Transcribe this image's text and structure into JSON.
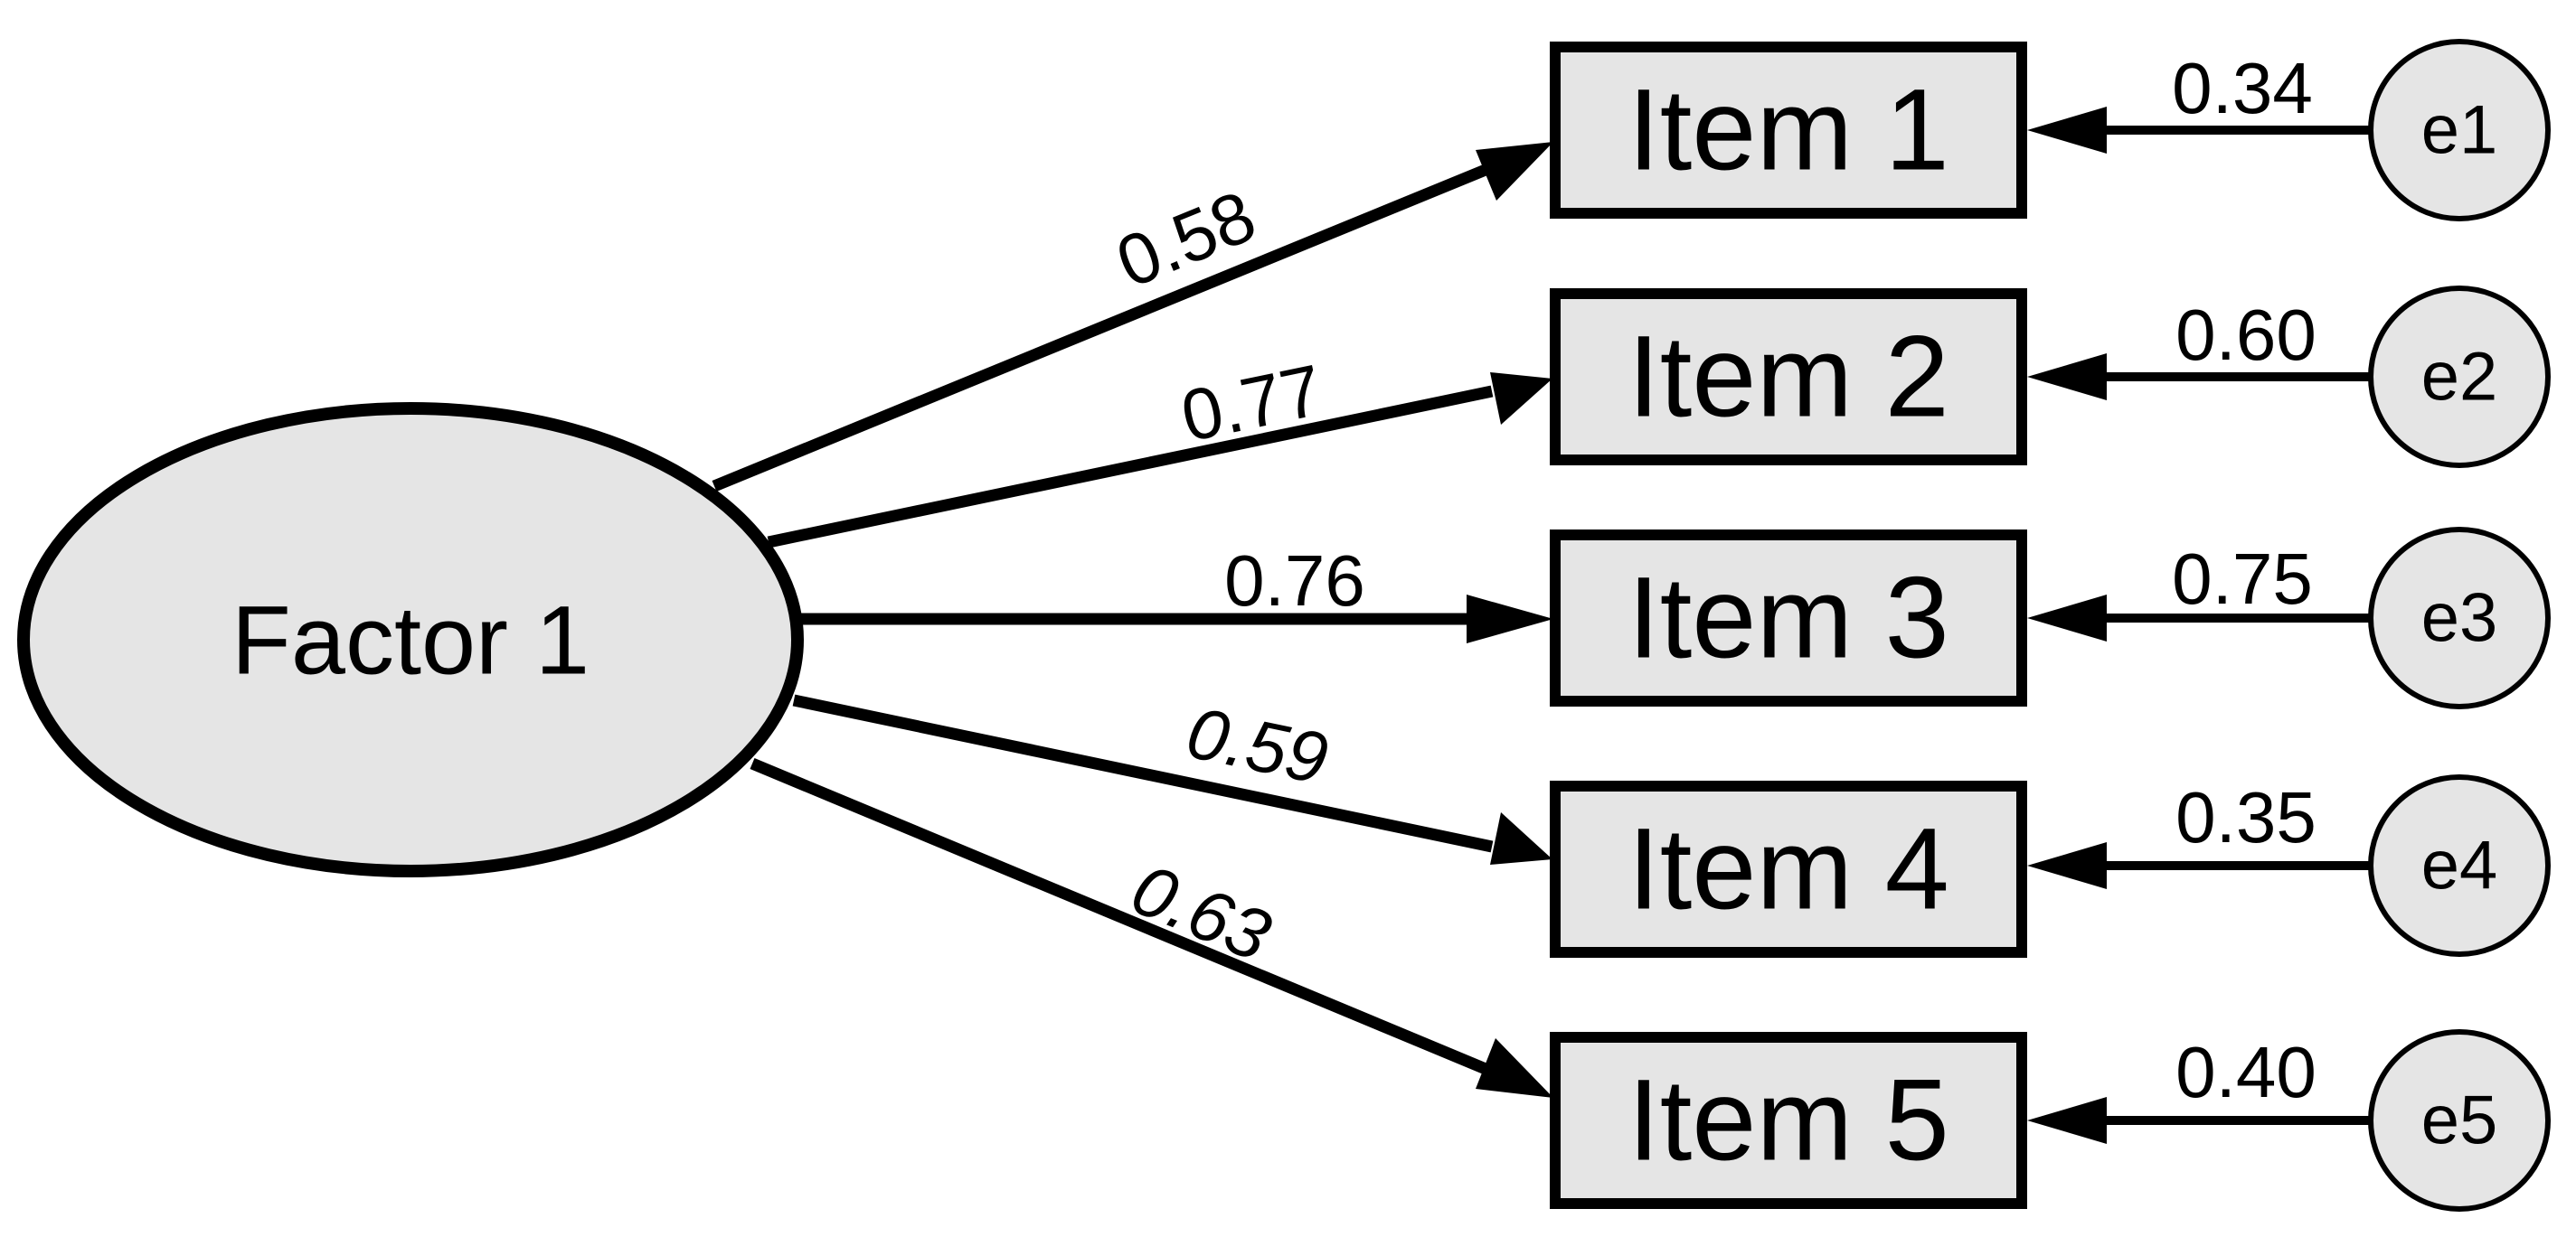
{
  "factor": {
    "label": "Factor 1"
  },
  "items": [
    {
      "label": "Item 1",
      "loading": "0.58",
      "error": "e1",
      "error_value": "0.34"
    },
    {
      "label": "Item 2",
      "loading": "0.77",
      "error": "e2",
      "error_value": "0.60"
    },
    {
      "label": "Item 3",
      "loading": "0.76",
      "error": "e3",
      "error_value": "0.75"
    },
    {
      "label": "Item 4",
      "loading": "0.59",
      "error": "e4",
      "error_value": "0.35"
    },
    {
      "label": "Item 5",
      "loading": "0.63",
      "error": "e5",
      "error_value": "0.40"
    }
  ],
  "colors": {
    "shape_fill": "#e5e5e5",
    "stroke": "#000000",
    "background": "#ffffff"
  }
}
